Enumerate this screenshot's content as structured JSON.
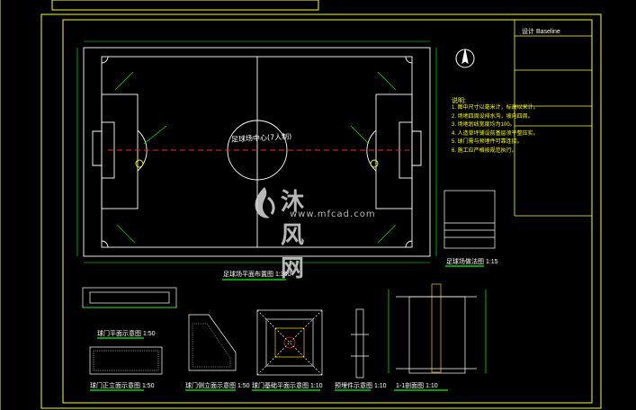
{
  "drawing": {
    "title_block_label": "设计 Baseline",
    "main_plan_title": "足球场平面布置图",
    "main_plan_scale": "1:300",
    "center_label": "足球场中心(7人制)",
    "notes_title": "说明:",
    "notes": [
      "1. 图中尺寸以毫米计，标高以米计。",
      "2. 场地四周设排水沟，坡向四周。",
      "3. 场地划线宽度均为100。",
      "4. 人造草坪铺设前基层须平整压实。",
      "5. 球门需与预埋件可靠连接。",
      "6. 施工应严格按规范执行。"
    ],
    "section_title": "足球场做法图",
    "section_scale": "1:15",
    "details": [
      {
        "title": "球门平面示意图",
        "scale": "1:50"
      },
      {
        "title": "球门正立面示意图",
        "scale": "1:50"
      },
      {
        "title": "球门侧立面示意图",
        "scale": "1:50"
      },
      {
        "title": "球门基础平面示意图",
        "scale": "1:10"
      },
      {
        "title": "预埋件示意图",
        "scale": "1:10"
      },
      {
        "title": "1-1剖面图",
        "scale": "1:10"
      }
    ],
    "watermark_text": "沐风网",
    "watermark_url": "www.mfcad.com"
  },
  "colors": {
    "background": "#000000",
    "line": "#ffffff",
    "frame": "#ffff00",
    "dimension": "#00ff00",
    "centerline": "#ff2020",
    "accent": "#ffcc00"
  }
}
